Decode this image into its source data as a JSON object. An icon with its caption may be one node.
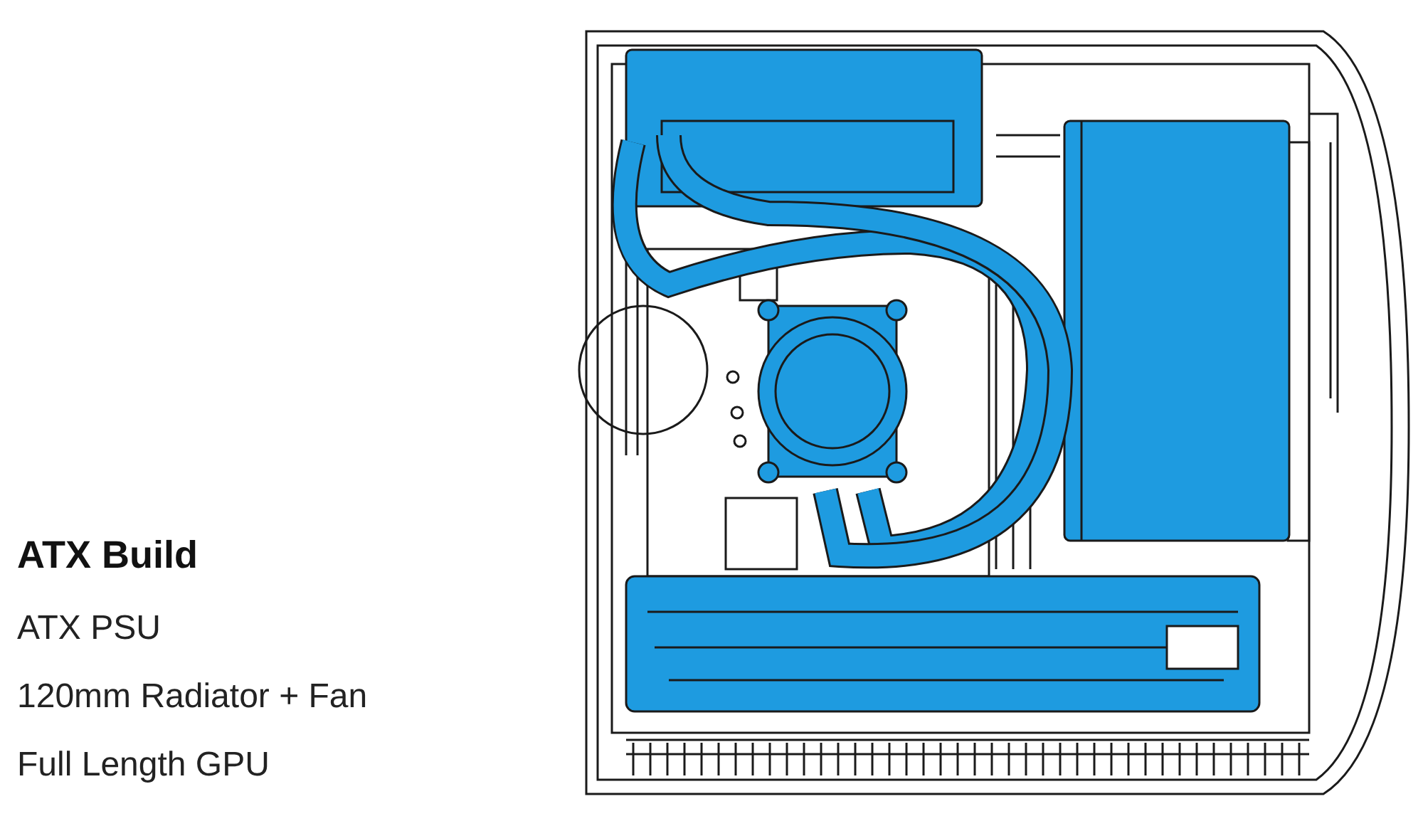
{
  "diagram": {
    "title": "ATX Build",
    "labels": [
      "ATX PSU",
      "120mm Radiator + Fan",
      "Full Length GPU"
    ]
  }
}
